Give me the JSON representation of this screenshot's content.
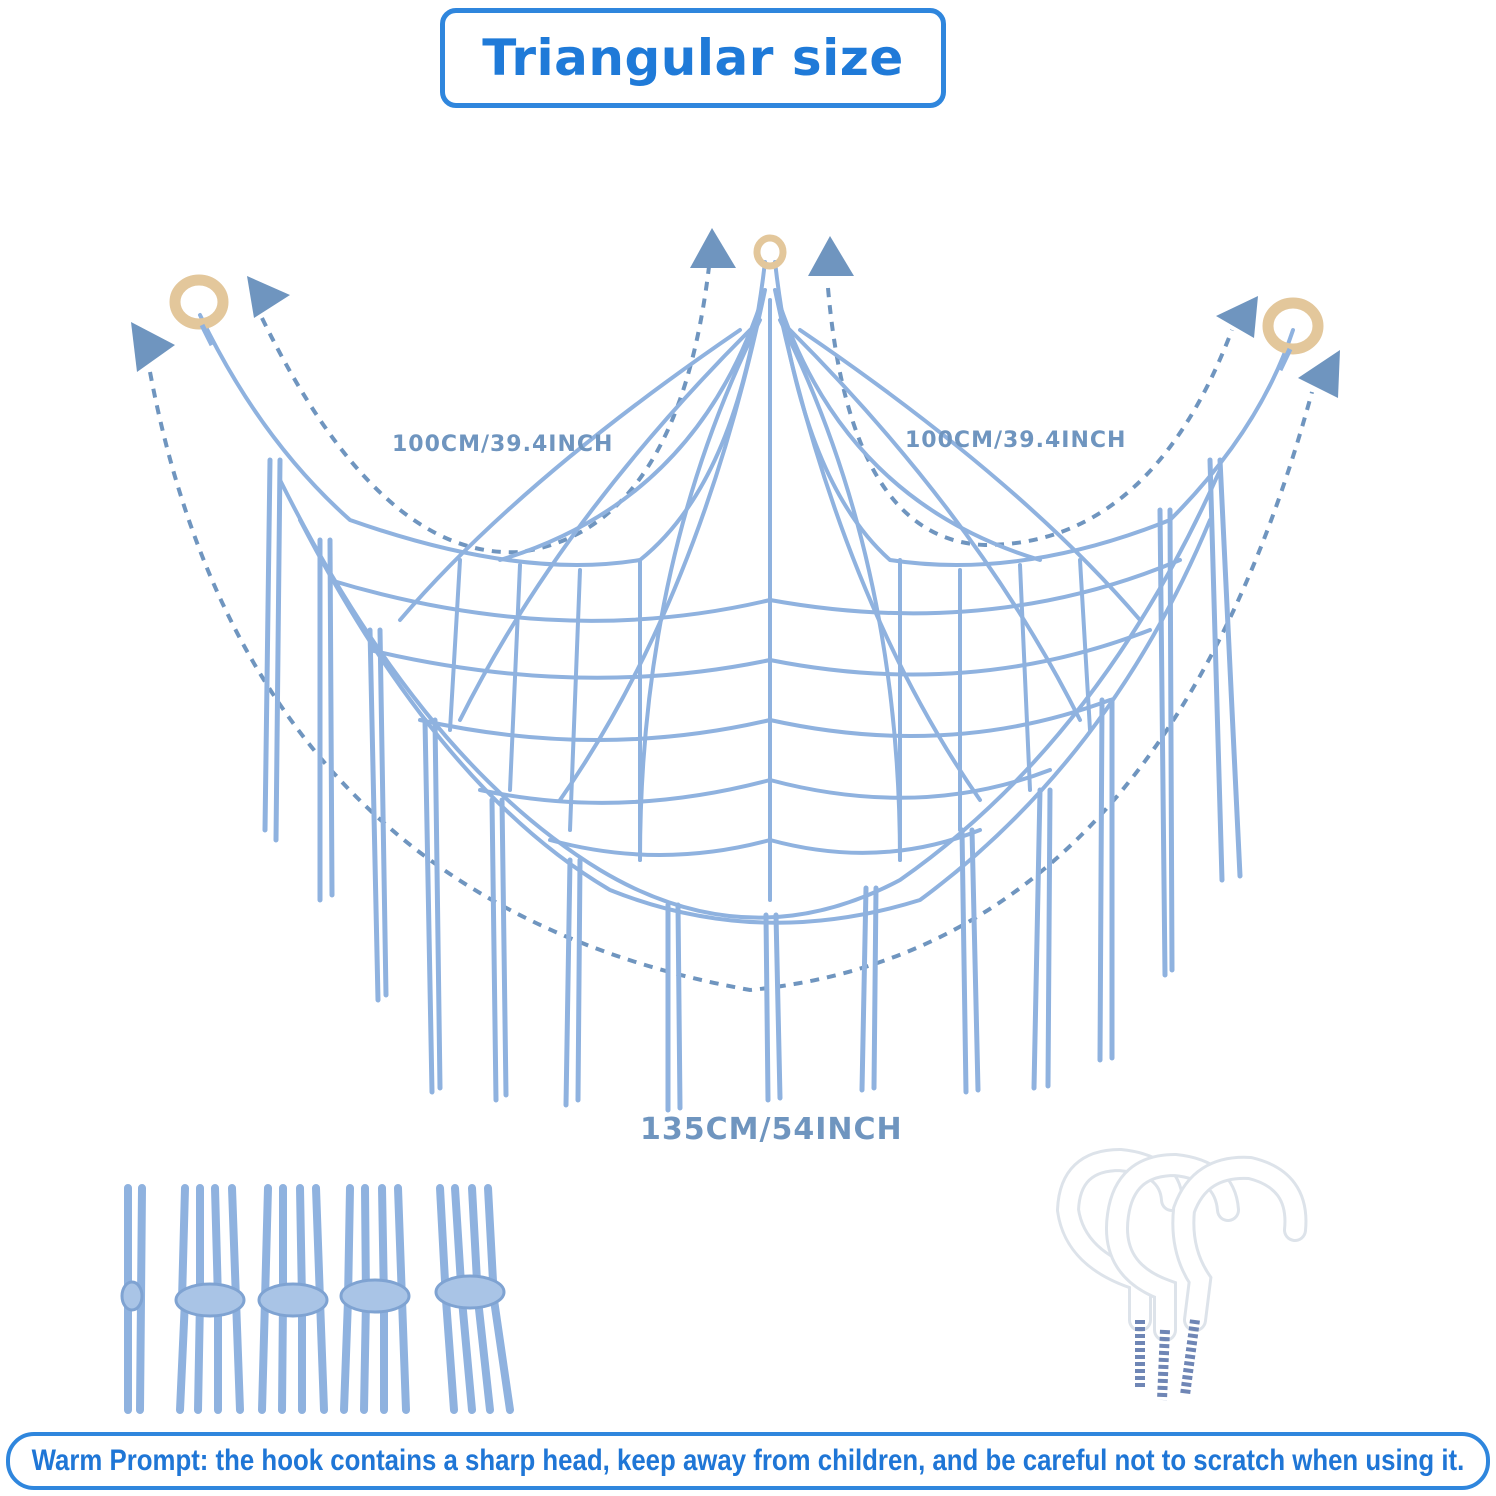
{
  "title": "Triangular size",
  "dimensions": {
    "left_side": "100CM/39.4INCH",
    "right_side": "100CM/39.4INCH",
    "bottom": "135CM/54INCH"
  },
  "icons": [
    "wooden-ring-icon",
    "arrow-head-icon",
    "cup-hook-icon"
  ],
  "colors": {
    "accent": "#2f86dd",
    "net": "#8fb2df",
    "dimension": "#6f95bf",
    "ring": "#e3c79b"
  },
  "warning": "Warm Prompt: the hook contains a sharp head, keep away from children, and be careful not to scratch when using it."
}
